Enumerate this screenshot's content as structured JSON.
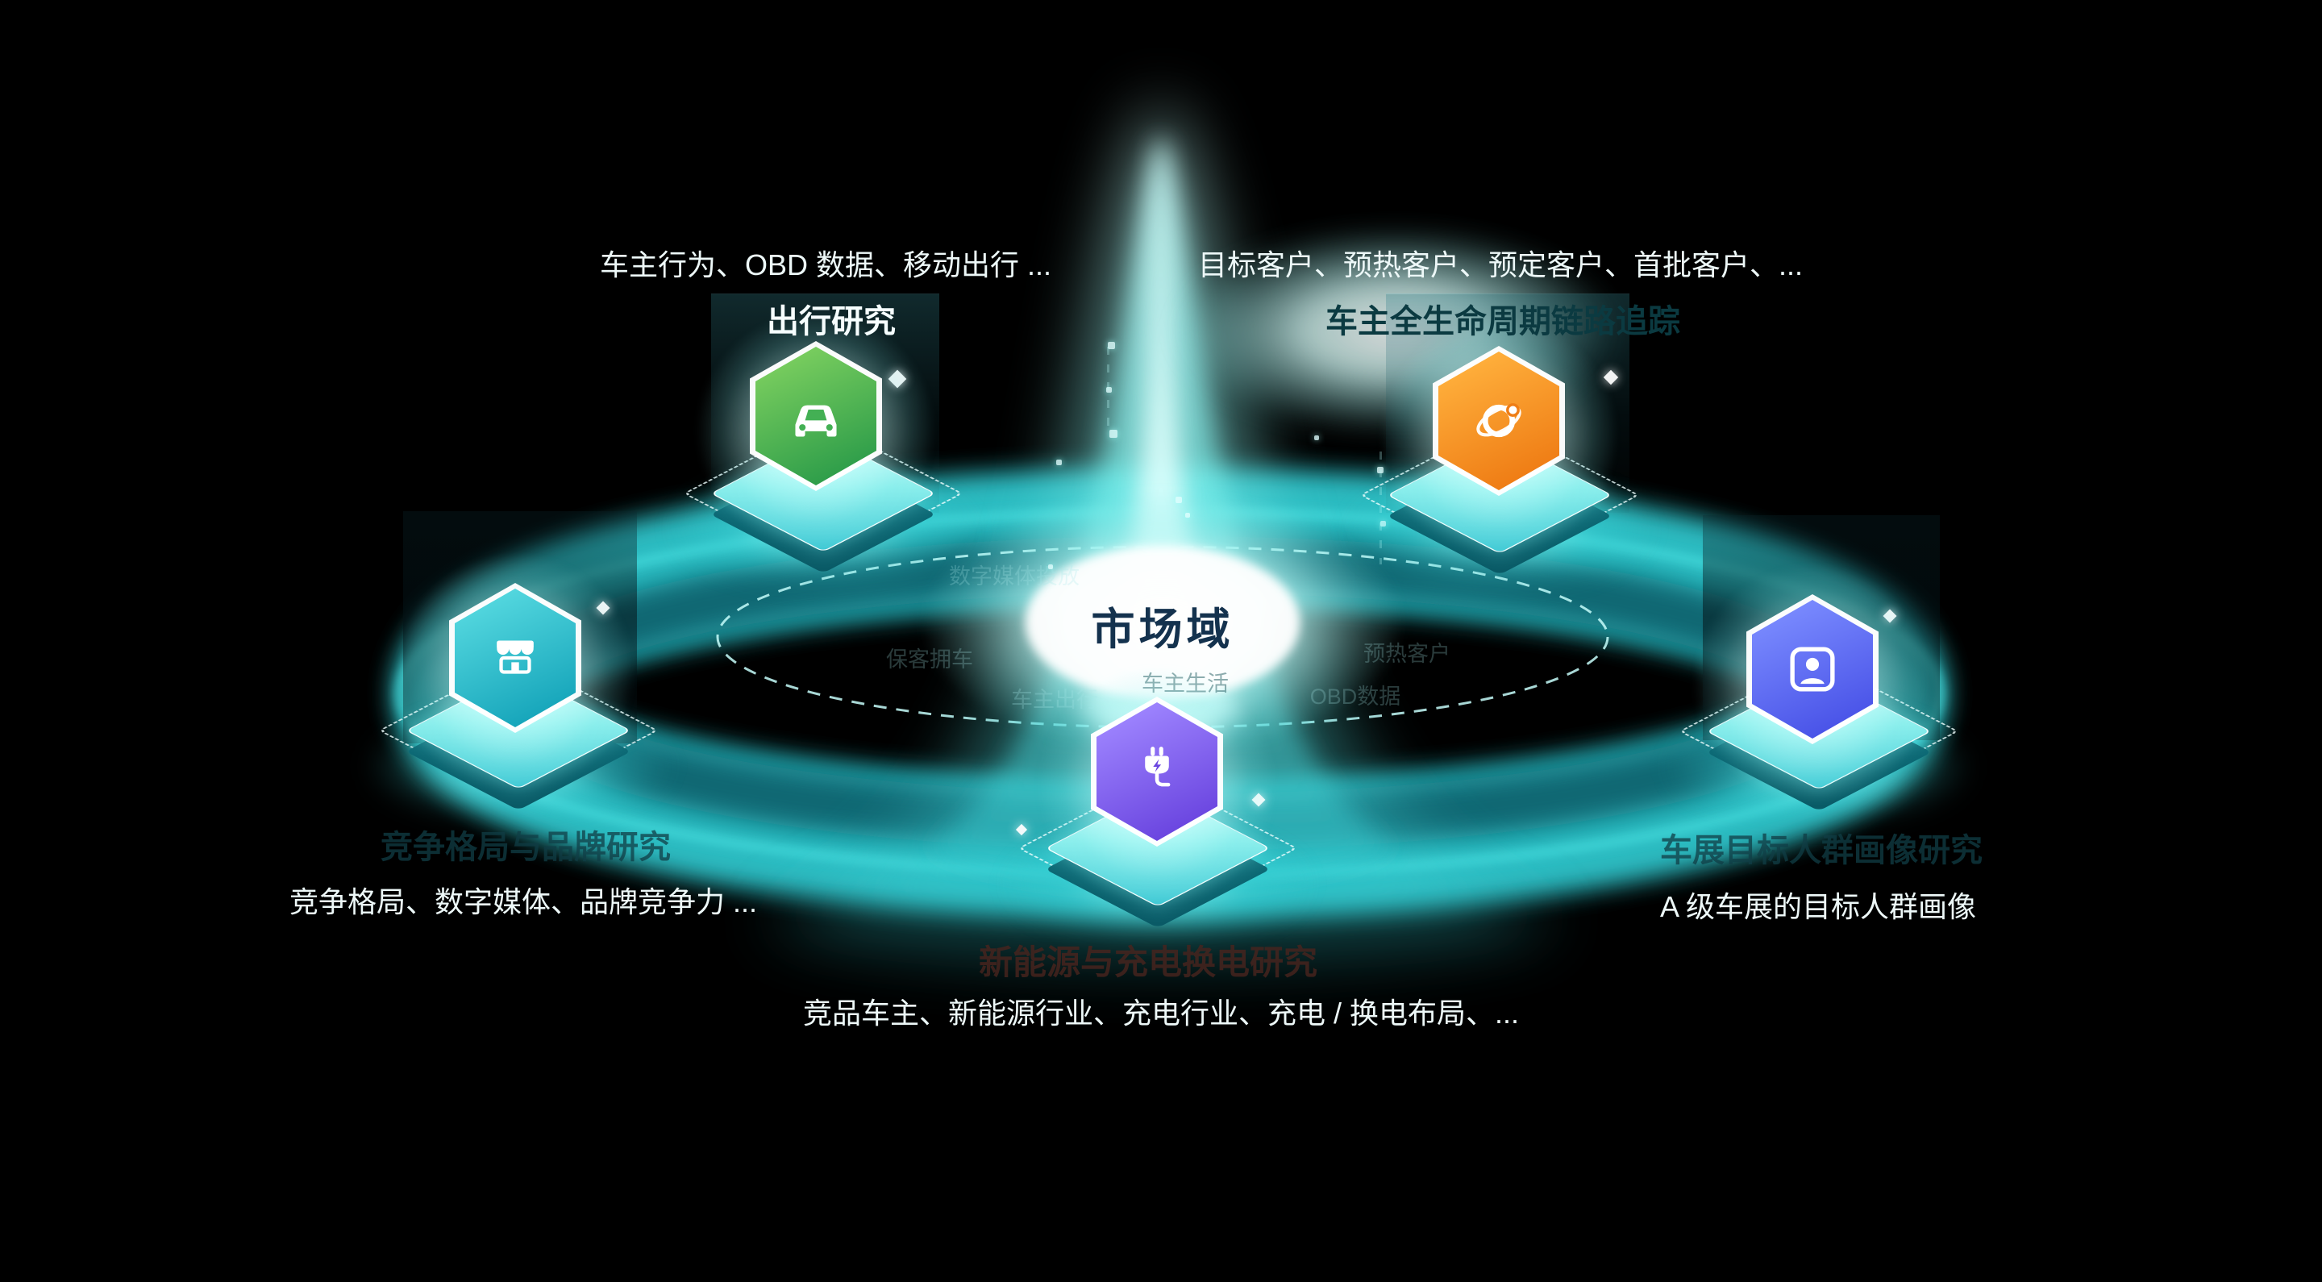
{
  "diagram": {
    "center_label": "市场域",
    "nodes": {
      "travel": {
        "title": "出行研究",
        "subtitle": "车主行为、OBD 数据、移动出行 ...",
        "icon": "car-icon",
        "hex_from": "#7ccf5f",
        "hex_to": "#2f9e4a"
      },
      "lifecycle": {
        "title": "车主全生命周期链路追踪",
        "subtitle": "目标客户、预热客户、预定客户、首批客户、...",
        "icon": "lifecycle-orbit-icon",
        "hex_from": "#ffb13d",
        "hex_to": "#ef7d15"
      },
      "competition": {
        "title": "竞争格局与品牌研究",
        "subtitle": "竞争格局、数字媒体、品牌竞争力 ...",
        "icon": "storefront-icon",
        "hex_from": "#56d9e0",
        "hex_to": "#17a6bb"
      },
      "audience": {
        "title": "车展目标人群画像研究",
        "subtitle": "A 级车展的目标人群画像",
        "icon": "person-card-icon",
        "hex_from": "#7b8cff",
        "hex_to": "#4a54e8"
      },
      "energy": {
        "title": "新能源与充电换电研究",
        "subtitle": "竞品车主、新能源行业、充电行业、充电 / 换电布局、...",
        "icon": "charging-plug-icon",
        "hex_from": "#9f86ff",
        "hex_to": "#6b46e0"
      }
    },
    "ring_labels": [
      {
        "text": "数字媒体投放"
      },
      {
        "text": "保客拥车"
      },
      {
        "text": "预热客户"
      },
      {
        "text": "车主出行"
      },
      {
        "text": "OBD数据"
      },
      {
        "text": "车主生活"
      }
    ],
    "colors": {
      "ring_teal": "#2fc4cb",
      "glow_cyan": "#7ff0ec",
      "core_white": "#eafffd",
      "center_text": "#14324e"
    }
  }
}
